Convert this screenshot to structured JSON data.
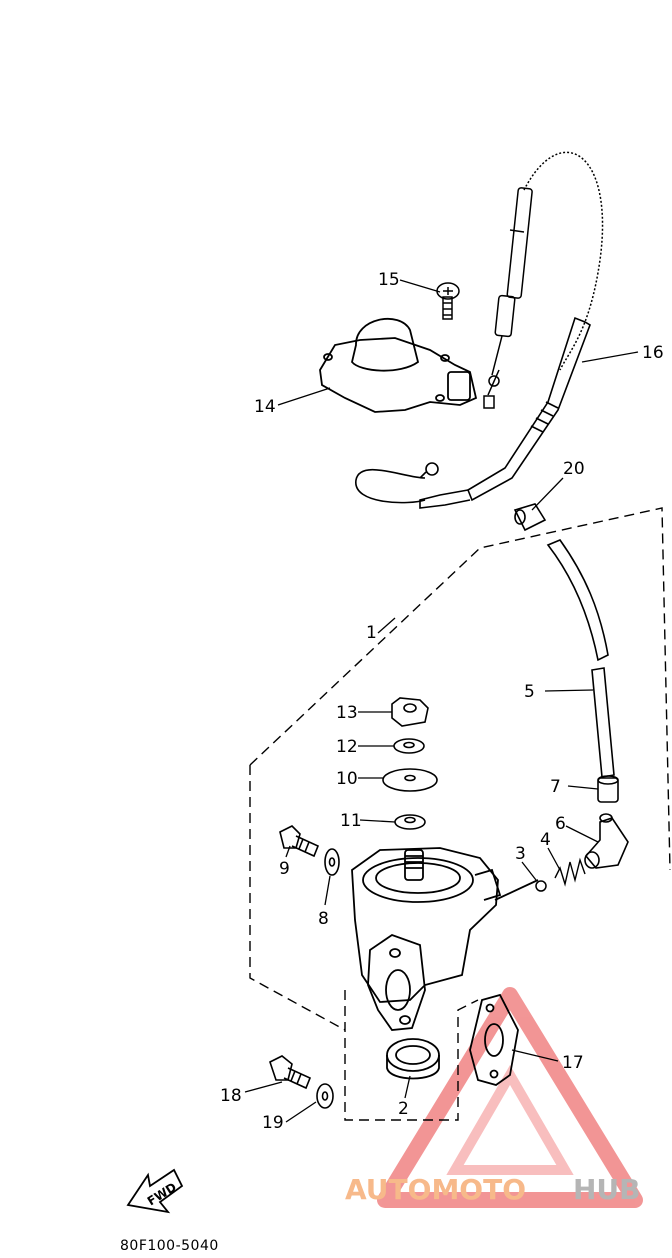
{
  "callouts": [
    {
      "id": "1",
      "text": "1"
    },
    {
      "id": "2",
      "text": "2"
    },
    {
      "id": "3",
      "text": "3"
    },
    {
      "id": "4",
      "text": "4"
    },
    {
      "id": "5",
      "text": "5"
    },
    {
      "id": "6",
      "text": "6"
    },
    {
      "id": "7",
      "text": "7"
    },
    {
      "id": "8",
      "text": "8"
    },
    {
      "id": "9",
      "text": "9"
    },
    {
      "id": "10",
      "text": "10"
    },
    {
      "id": "11",
      "text": "11"
    },
    {
      "id": "12",
      "text": "12"
    },
    {
      "id": "13",
      "text": "13"
    },
    {
      "id": "14",
      "text": "14"
    },
    {
      "id": "15",
      "text": "15"
    },
    {
      "id": "16",
      "text": "16"
    },
    {
      "id": "17",
      "text": "17"
    },
    {
      "id": "18",
      "text": "18"
    },
    {
      "id": "19",
      "text": "19"
    },
    {
      "id": "20",
      "text": "20"
    }
  ],
  "fwd_label": "FWD",
  "drawing_code": "80F100-5040",
  "watermark": {
    "part1": "AUTOMOTO",
    "part2": "HUB",
    "color_primary": "#f7b98a",
    "color_secondary": "#b5b5b5",
    "triangle_color": "#e84040"
  }
}
